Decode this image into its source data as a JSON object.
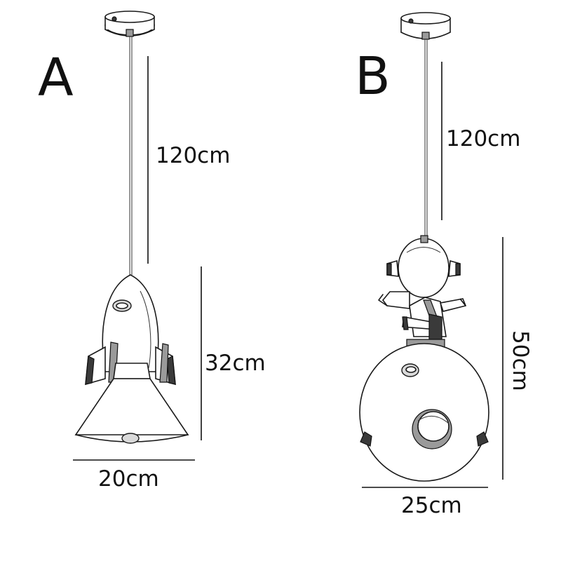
{
  "labels": {
    "lamp_a": "A",
    "lamp_b": "B"
  },
  "dimensions": {
    "a_cord": "120cm",
    "a_height": "32cm",
    "a_width": "20cm",
    "b_cord": "120cm",
    "b_height": "50cm",
    "b_width": "25cm"
  },
  "colors": {
    "ink": "#1a1a1a",
    "background": "#ffffff"
  }
}
